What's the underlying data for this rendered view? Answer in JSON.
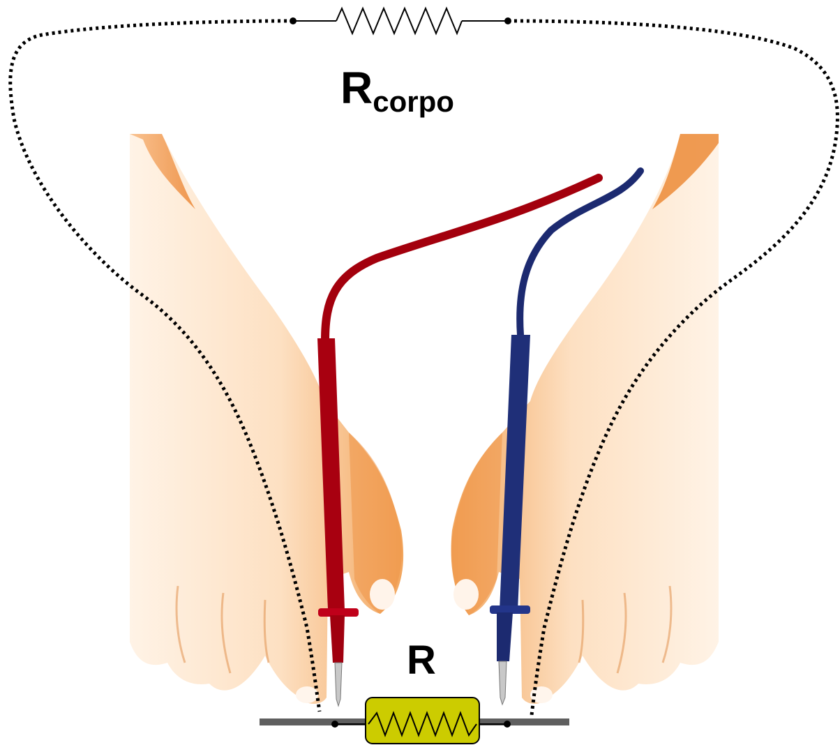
{
  "labels": {
    "body_resistor_main": "R",
    "body_resistor_sub": "corpo",
    "component_resistor": "R"
  },
  "colors": {
    "skin_light": "#fde7cf",
    "skin_mid": "#f7c48f",
    "skin_shadow": "#e07a2c",
    "probe_red": "#b0000f",
    "probe_blue": "#1c2a70",
    "resistor_body": "#cccc00",
    "board": "#5f5f5f",
    "wire": "#000000"
  },
  "icons": {
    "body_resistor": "zigzag-resistor-icon",
    "component_resistor": "zigzag-resistor-icon"
  }
}
